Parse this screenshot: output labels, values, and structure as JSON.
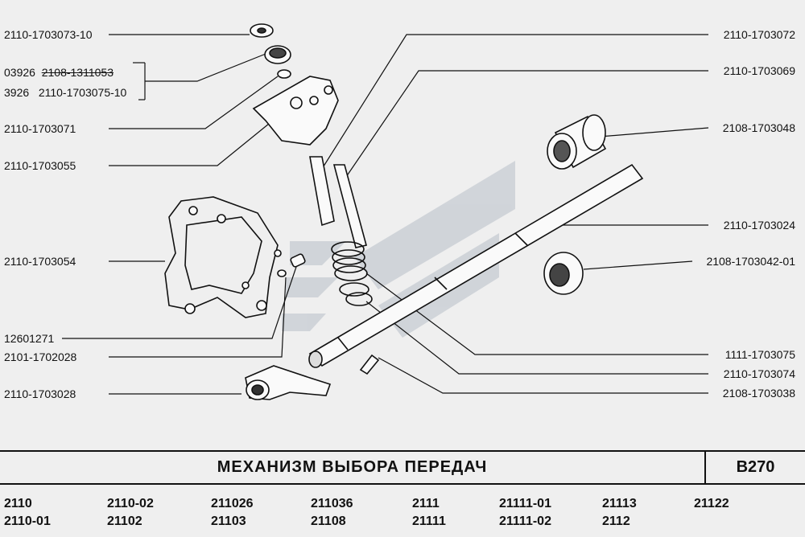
{
  "labels_left": {
    "l1": "2110-1703073-10",
    "l2a_code": "03926",
    "l2a_part": "2108-1311053",
    "l2b_code": "3926",
    "l2b_part": "2110-1703075-10",
    "l3": "2110-1703071",
    "l4": "2110-1703055",
    "l5": "2110-1703054",
    "l6": "12601271",
    "l7": "2101-1702028",
    "l8": "2110-1703028"
  },
  "labels_right": {
    "r1": "2110-1703072",
    "r2": "2110-1703069",
    "r3": "2108-1703048",
    "r4": "2110-1703024",
    "r5": "2108-1703042-01",
    "r6": "1111-1703075",
    "r7": "2110-1703074",
    "r8": "2108-1703038"
  },
  "title": "МЕХАНИЗМ ВЫБОРА ПЕРЕДАЧ",
  "page_code": "В270",
  "models": [
    "2110",
    "2110-01",
    "2110-02",
    "21102",
    "211026",
    "21103",
    "211036",
    "21108",
    "2111",
    "21111",
    "21111-01",
    "21111-02",
    "21113",
    "2112",
    "21122"
  ],
  "colors": {
    "line": "#111111",
    "watermark": "#c9ced4",
    "background": "#efefef"
  }
}
